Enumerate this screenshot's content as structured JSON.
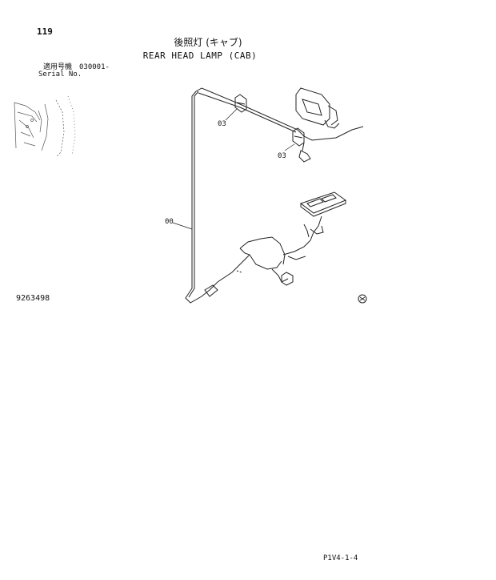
{
  "header": {
    "page_number": "119",
    "title_jp": "後照灯 (キャブ)",
    "title_en": "REAR HEAD LAMP (CAB)"
  },
  "serial": {
    "label_jp": "適用号機",
    "value": "030001-",
    "label_en": "Serial No."
  },
  "diagram": {
    "figure_number": "9263498",
    "callouts": [
      {
        "id": "callout-03-upper",
        "text": "03"
      },
      {
        "id": "callout-03-lower",
        "text": "03"
      },
      {
        "id": "callout-00",
        "text": "00"
      }
    ]
  },
  "footer": {
    "reference_code": "P1V4-1-4"
  }
}
